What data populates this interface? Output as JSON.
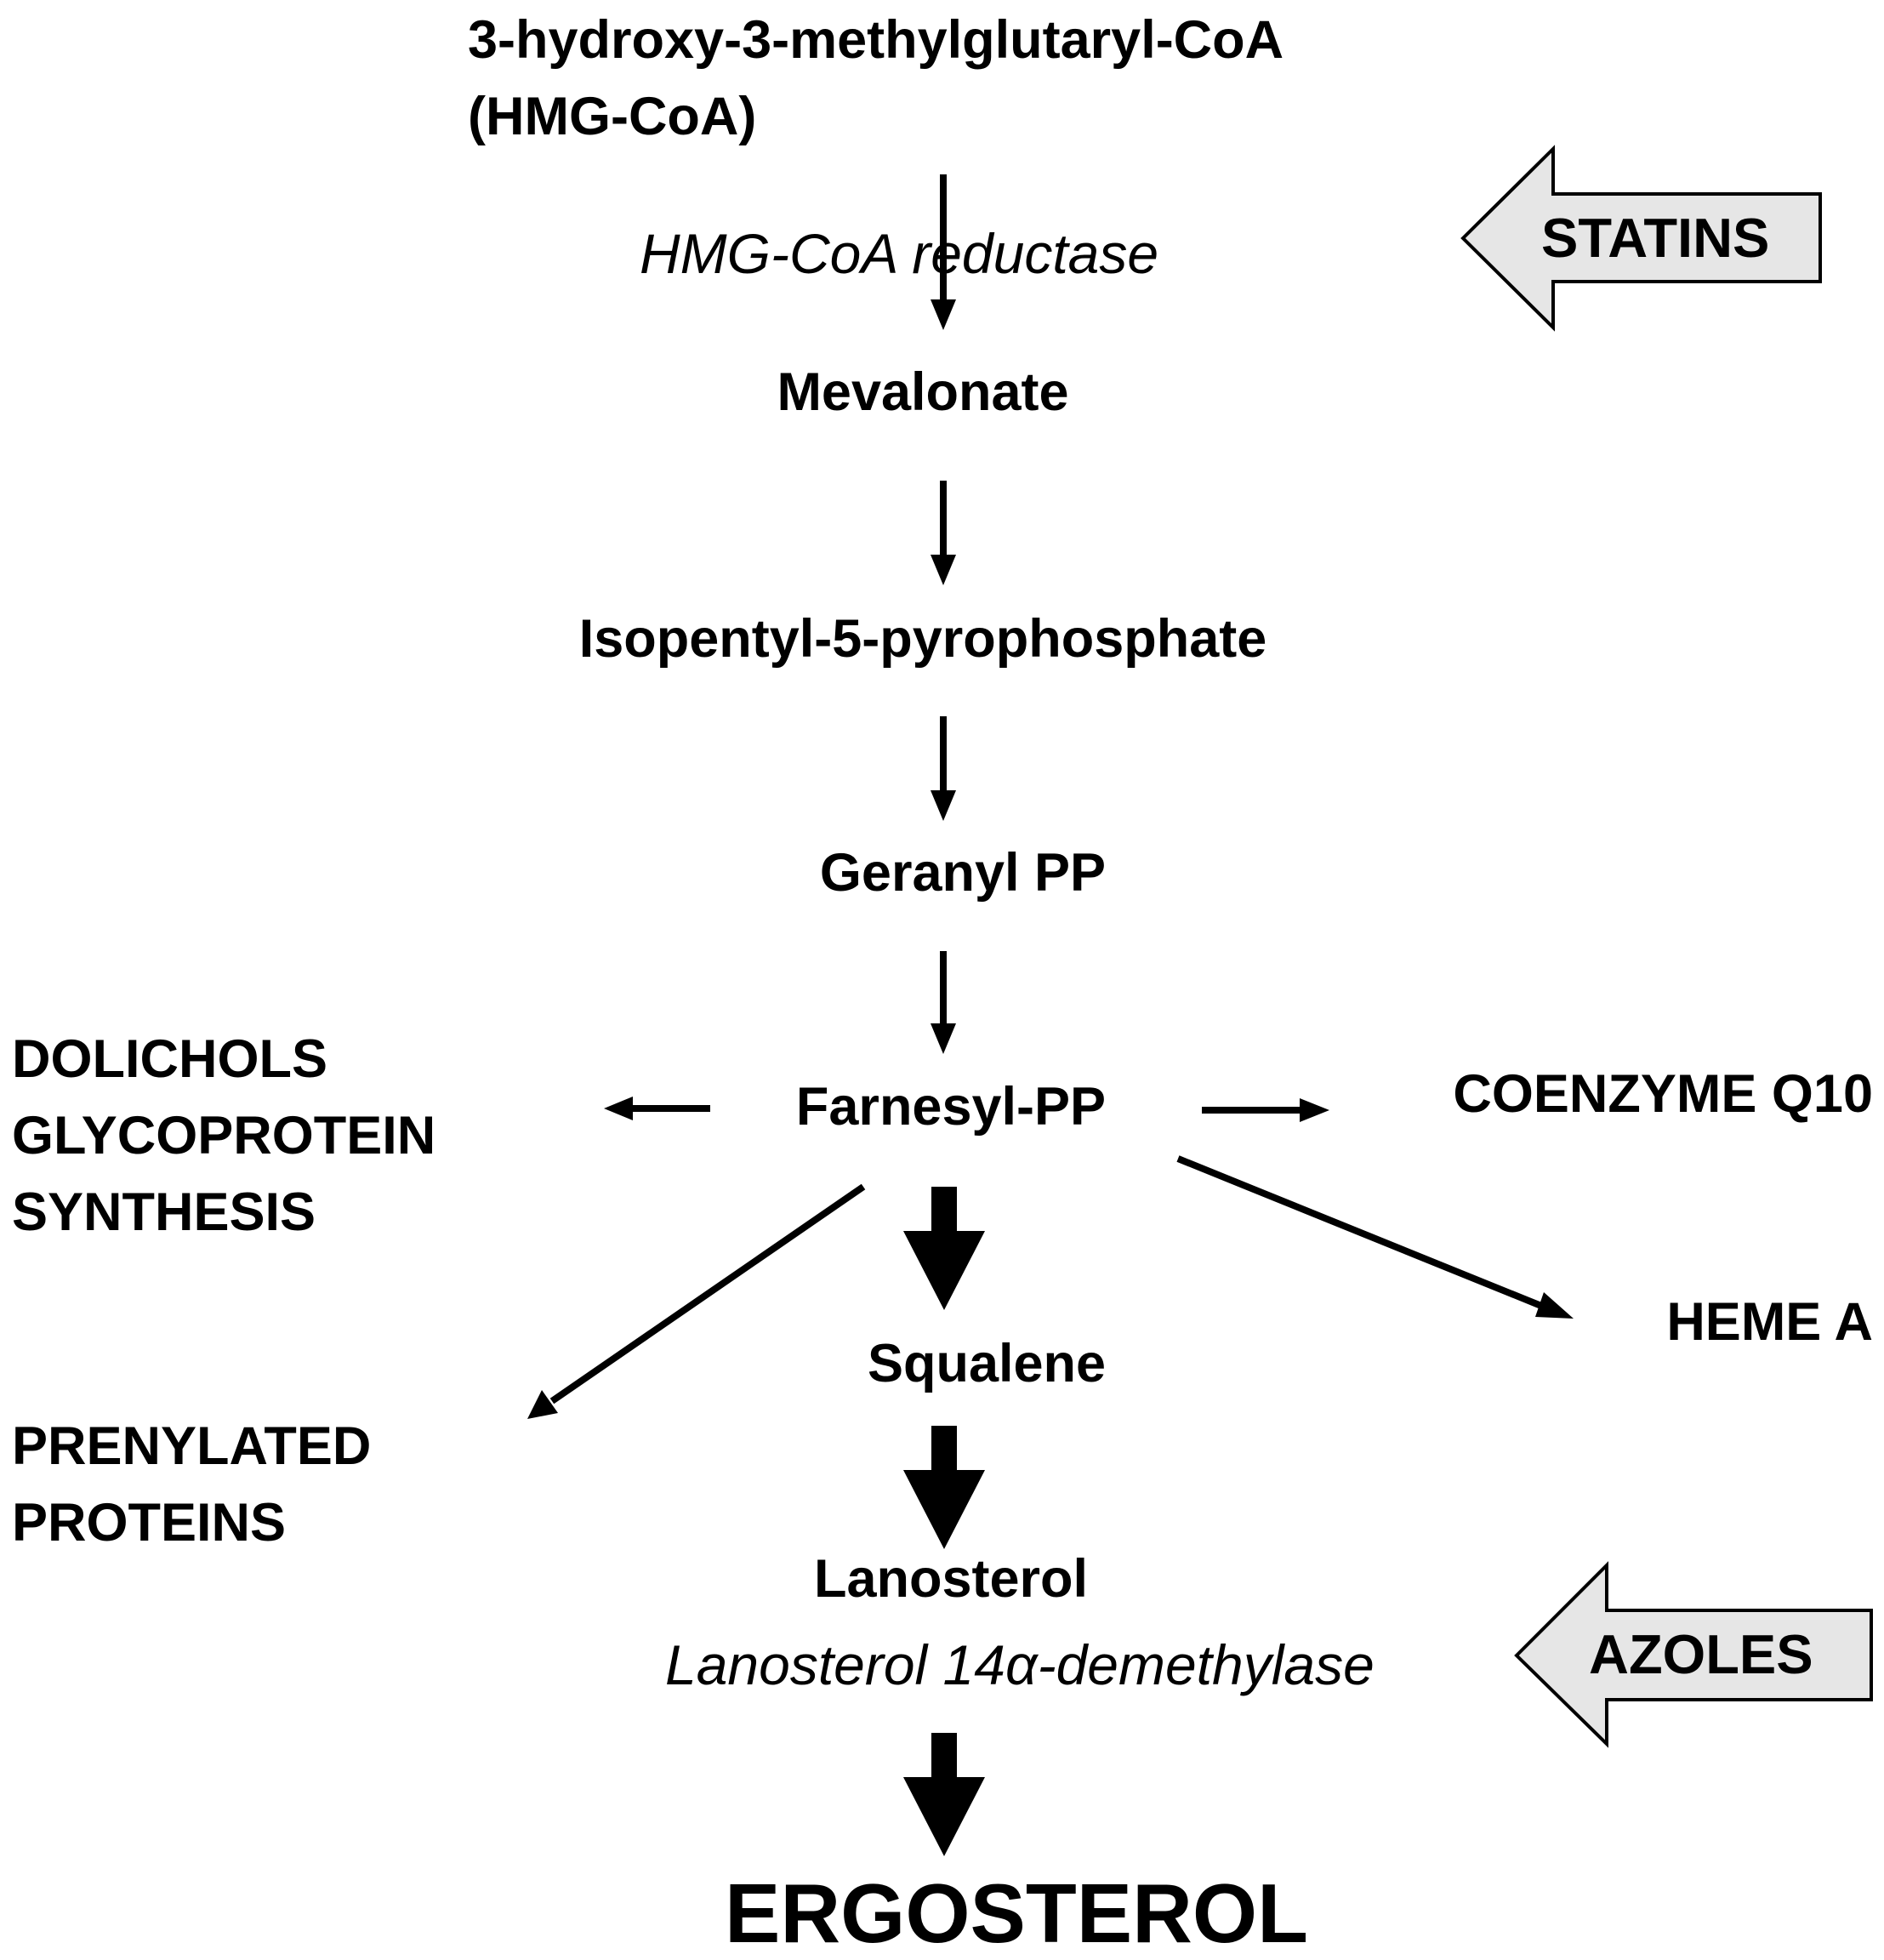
{
  "pathway": {
    "hmg_coa_line1": "3-hydroxy-3-methylglutaryl-CoA",
    "hmg_coa_line2": "(HMG-CoA)",
    "hmg_coa_reductase": "HMG-CoA reductase",
    "mevalonate": "Mevalonate",
    "isopentyl": "Isopentyl-5-pyrophosphate",
    "geranyl_pp": "Geranyl PP",
    "farnesyl_pp": "Farnesyl-PP",
    "squalene": "Squalene",
    "lanosterol": "Lanosterol",
    "lanosterol_demethylase": "Lanosterol 14α-demethylase",
    "ergosterol": "ERGOSTEROL"
  },
  "branches": {
    "dolichols": [
      "DOLICHOLS",
      "GLYCOPROTEIN",
      "SYNTHESIS"
    ],
    "prenylated": [
      "PRENYLATED",
      "PROTEINS"
    ],
    "coenzyme_q10": "COENZYME Q10",
    "heme_a": "HEME A"
  },
  "inhibitors": {
    "statins": "STATINS",
    "azoles": "AZOLES",
    "fill_color": "#e6e6e6"
  }
}
